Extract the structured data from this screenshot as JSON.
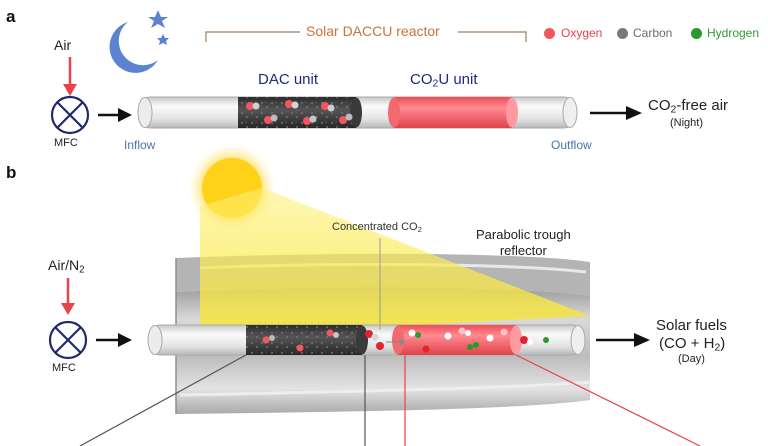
{
  "panel_a": {
    "label": "a",
    "reactor_title": "Solar DACCU reactor",
    "air": "Air",
    "mfc": "MFC",
    "inflow": "Inflow",
    "outflow": "Outflow",
    "dac_unit": "DAC unit",
    "co2u_unit_prefix": "CO",
    "co2u_unit_sub": "2",
    "co2u_unit_suffix": "U unit",
    "output_prefix": "CO",
    "output_sub": "2",
    "output_suffix": "-free air",
    "output_time": "(Night)"
  },
  "legend": [
    {
      "label": "Oxygen",
      "color": "#f0575f"
    },
    {
      "label": "Carbon",
      "color": "#7a7a7a"
    },
    {
      "label": "Hydrogen",
      "color": "#2a9a2e"
    }
  ],
  "panel_b": {
    "label": "b",
    "air_prefix": "Air/N",
    "air_sub": "2",
    "mfc": "MFC",
    "concentrated_prefix": "Concentrated CO",
    "concentrated_sub": "2",
    "reflector_line1": "Parabolic trough",
    "reflector_line2": "reflector",
    "output_line1": "Solar fuels",
    "output_line2_prefix": "(CO + H",
    "output_line2_sub": "2",
    "output_line2_suffix": ")",
    "output_time": "(Day)"
  },
  "colors": {
    "tube": "#dedede",
    "dac_packing": "#3a3a3a",
    "co2u_bed": "#f25d64",
    "sun": "#ffd51a",
    "arrow": "#111111",
    "air_arrow": "#e8424b"
  },
  "icons": [
    "moon-stars-icon",
    "sun-icon",
    "mfc-valve-icon"
  ]
}
